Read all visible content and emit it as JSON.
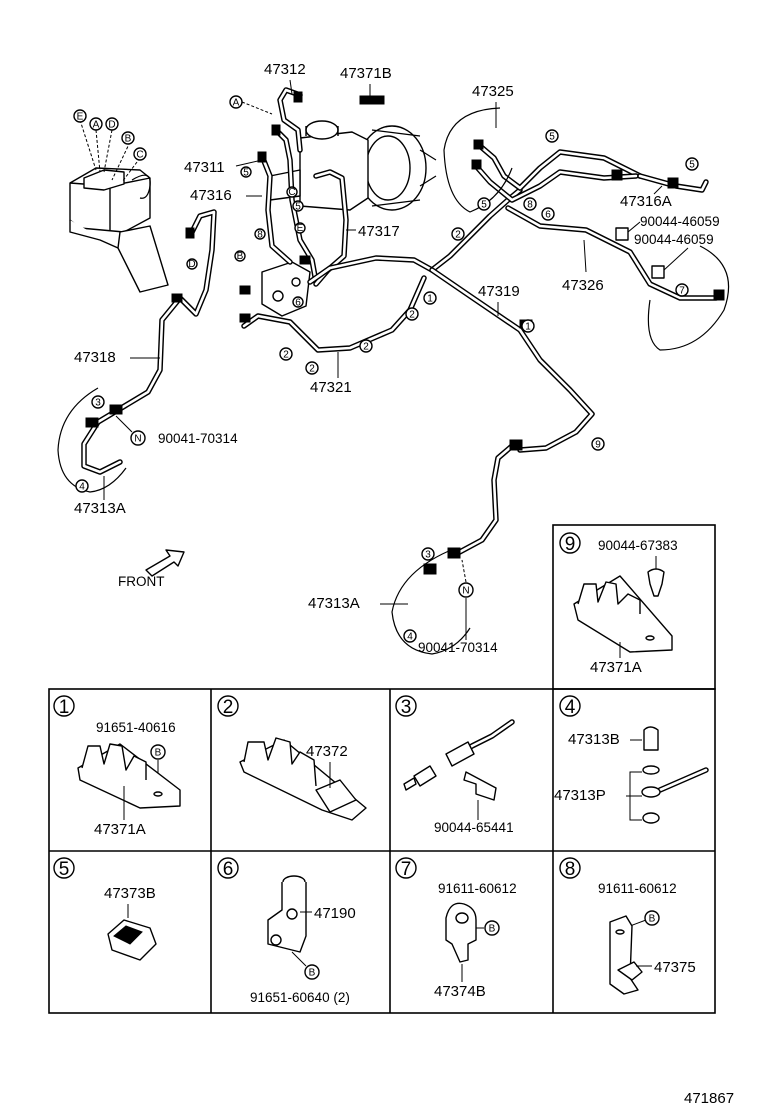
{
  "labels": {
    "p47312": "47312",
    "p47371B": "47371B",
    "p47325": "47325",
    "p47311": "47311",
    "p47316": "47316",
    "p47316A": "47316A",
    "p90044_46059_a": "90044-46059",
    "p90044_46059_b": "90044-46059",
    "p47317": "47317",
    "p47326": "47326",
    "p47319": "47319",
    "p47318": "47318",
    "p47321": "47321",
    "p90041_70314_a": "90041-70314",
    "p47313A_a": "47313A",
    "front": "FRONT",
    "p47313A_b": "47313A",
    "p90041_70314_b": "90041-70314",
    "letter_A": "A",
    "letter_B": "B",
    "letter_C": "C",
    "letter_D": "D",
    "letter_E": "E",
    "letter_N": "N",
    "c1": "1",
    "c2": "2",
    "c3": "3",
    "c4": "4",
    "c5": "5",
    "c6": "6",
    "c7": "7",
    "c8": "8",
    "c9": "9"
  },
  "panels": {
    "p9": {
      "num": "9",
      "ref": "90044-67383",
      "part": "47371A"
    },
    "p1": {
      "num": "1",
      "ref": "91651-40616",
      "letter": "B",
      "part": "47371A"
    },
    "p2": {
      "num": "2",
      "part": "47372"
    },
    "p3": {
      "num": "3",
      "ref": "90044-65441"
    },
    "p4": {
      "num": "4",
      "part_a": "47313B",
      "part_b": "47313P"
    },
    "p5": {
      "num": "5",
      "part": "47373B"
    },
    "p6": {
      "num": "6",
      "part": "47190",
      "letter": "B",
      "ref": "91651-60640 (2)"
    },
    "p7": {
      "num": "7",
      "ref": "91611-60612",
      "letter": "B",
      "part": "47374B"
    },
    "p8": {
      "num": "8",
      "ref": "91611-60612",
      "letter": "B",
      "part": "47375"
    }
  },
  "figure_number": "471867"
}
